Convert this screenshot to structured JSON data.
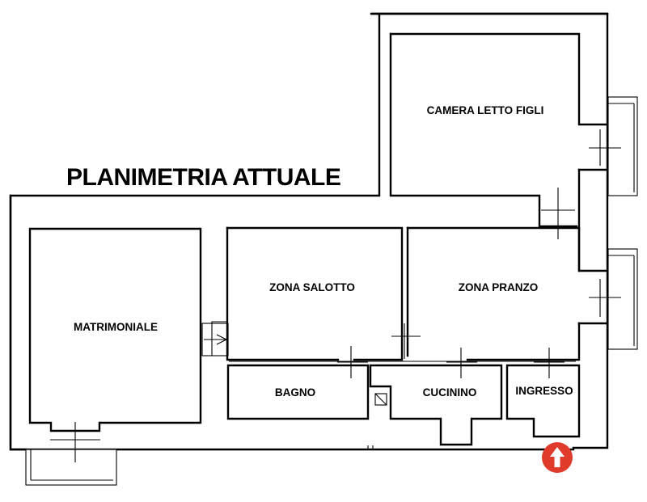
{
  "plan": {
    "title": "PLANIMETRIA ATTUALE",
    "rooms": {
      "camera_letto_figli": "CAMERA LETTO FIGLI",
      "zona_salotto": "ZONA SALOTTO",
      "zona_pranzo": "ZONA PRANZO",
      "matrimoniale": "MATRIMONIALE",
      "bagno": "BAGNO",
      "cucinino": "CUCININO",
      "ingresso": "INGRESSO"
    },
    "entrance_marker": {
      "icon": "arrow-up-icon",
      "color": "#e03a2b"
    }
  }
}
